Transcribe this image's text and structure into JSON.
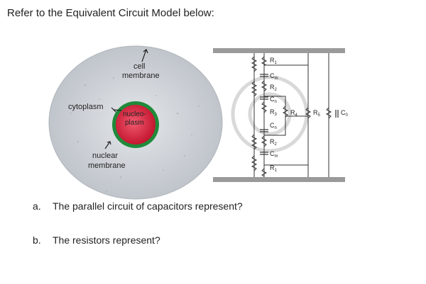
{
  "intro": "Refer to the Equivalent Circuit Model below:",
  "figure": {
    "labels": {
      "cell_membrane_1": "cell",
      "cell_membrane_2": "membrane",
      "cytoplasm": "cytoplasm",
      "nucleoplasm_1": "nucleo-",
      "nucleoplasm_2": "plasm",
      "nuclear_membrane_1": "nuclear",
      "nuclear_membrane_2": "membrane"
    },
    "circuit": {
      "R1_top": "R",
      "R1_top_sub": "1",
      "Cm_top": "C",
      "Cm_top_sub": "m",
      "R2_top": "R",
      "R2_top_sub": "2",
      "Cn_top": "C",
      "Cn_top_sub": "n",
      "R3": "R",
      "R3_sub": "3",
      "Cn_bot": "C",
      "Cn_bot_sub": "n",
      "R2_bot": "R",
      "R2_bot_sub": "2",
      "Cm_bot": "C",
      "Cm_bot_sub": "m",
      "R1_bot": "R",
      "R1_bot_sub": "1",
      "R4": "R",
      "R4_sub": "4",
      "R5": "R",
      "R5_sub": "5",
      "C0": "C",
      "C0_sub": "0"
    },
    "colors": {
      "cell_fill": "#cfd3d8",
      "nucleus_fill": "#d81e3a",
      "nuclear_membrane": "#1f8a3a",
      "rail": "#9a9a9a"
    }
  },
  "questions": [
    {
      "label": "a.",
      "text": "The parallel circuit of capacitors represent?"
    },
    {
      "label": "b.",
      "text": "The resistors represent?"
    }
  ]
}
